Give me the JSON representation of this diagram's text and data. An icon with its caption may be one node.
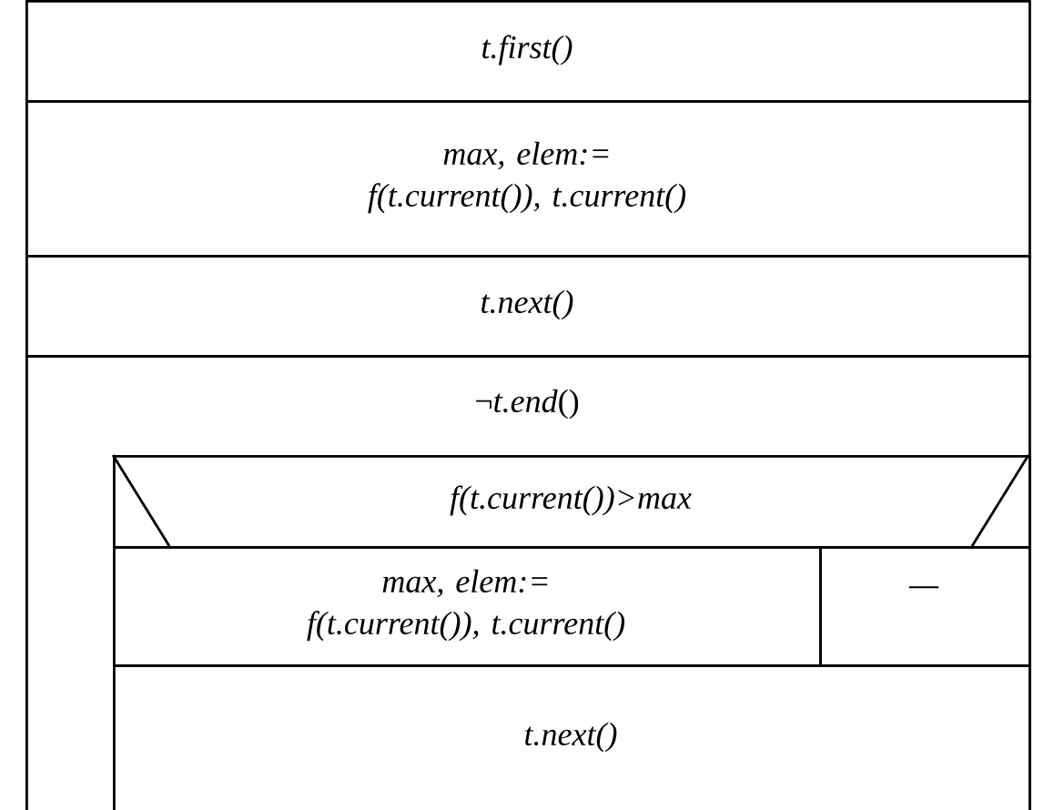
{
  "diagram": {
    "nodes": [
      {
        "text": [
          "t.first()"
        ]
      },
      {
        "text": [
          "max, elem:= f(t.current()), t.current()"
        ]
      },
      {
        "text": [
          "t.next()"
        ]
      },
      {
        "text": [
          "¬*t.end*()"
        ]
      },
      {
        "text": [
          "f(t.current())>max"
        ],
        "in": 3
      },
      {
        "text": [
          "max, elem:= f(t.current()), t.current()"
        ],
        "in": 3
      },
      {
        "text": [
          "—"
        ],
        "in": 3
      },
      {
        "text": [
          "t.next()"
        ],
        "in": 3
      }
    ]
  }
}
